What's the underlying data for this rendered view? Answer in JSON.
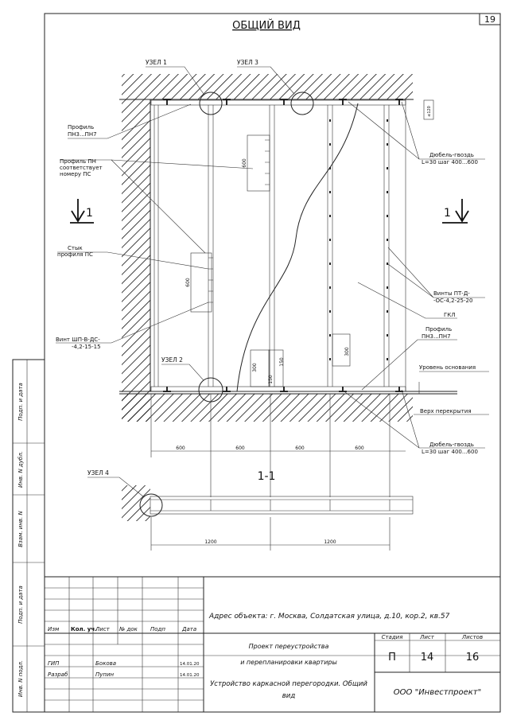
{
  "sheet": {
    "number": "19",
    "title": "ОБЩИЙ ВИД"
  },
  "callouts": {
    "node1": "УЗЕЛ 1",
    "node2": "УЗЕЛ 2",
    "node3": "УЗЕЛ 3",
    "node4": "УЗЕЛ 4",
    "profile_top_1": "Профиль",
    "profile_top_2": "ПН3...ПН7",
    "profile_pn_1": "Профиль ПН",
    "profile_pn_2": "соответствует",
    "profile_pn_3": "номеру ПС",
    "joint_1": "Стык",
    "joint_2": "профиля ПС",
    "screw_1": "Винт ШП-В-ДС-",
    "screw_2": "-4,2-15-15",
    "dowel_top_1": "Дюбель-гвоздь",
    "dowel_top_2": "L=30 шаг 400...600",
    "screws_pt_1": "Винты ПТ-Д-",
    "screws_pt_2": "-ОС-4,2-25-20",
    "gkl": "ГКЛ",
    "profile_bot_1": "Профиль",
    "profile_bot_2": "ПН3...ПН7",
    "base_level": "Уровень основания",
    "floor_top": "Верх перекрытия",
    "dowel_bot_1": "Дюбель-гвоздь",
    "dowel_bot_2": "L=30 шаг 400...600"
  },
  "section": {
    "mark": "1",
    "title": "1-1"
  },
  "dims": {
    "d600": "600",
    "d300": "300",
    "d150": "150",
    "d120": "≤120",
    "d1200": "1200"
  },
  "title_block": {
    "headers": {
      "izm": "Изм",
      "kol": "Кол. уч.",
      "list": "Лист",
      "doc": "№ док",
      "sign": "Подп",
      "date": "Дата"
    },
    "address": "Адрес объекта: г. Москва, Солдатская улица, д.10, кор.2, кв.57",
    "project_1": "Проект переустройства",
    "project_2": "и перепланировки квартиры",
    "stage_h": "Стадия",
    "sheet_h": "Лист",
    "sheets_h": "Листов",
    "stage": "П",
    "sheet": "14",
    "sheets": "16",
    "sheet_title_1": "Устройство каркасной перегородки. Общий",
    "sheet_title_2": "вид",
    "company": "ООО \"Инвестпроект\"",
    "roles": [
      {
        "role": "ГИП",
        "name": "Бокова",
        "date": "14.01.20"
      },
      {
        "role": "Разраб",
        "name": "Пупин",
        "date": "14.01.20"
      }
    ]
  },
  "side_stamp": {
    "s1": "Подп. и дата",
    "s2": "Инв. N дубл.",
    "s3": "Взам. инв. N",
    "s4": "Подп. и дата",
    "s5": "Инв. N подл."
  }
}
